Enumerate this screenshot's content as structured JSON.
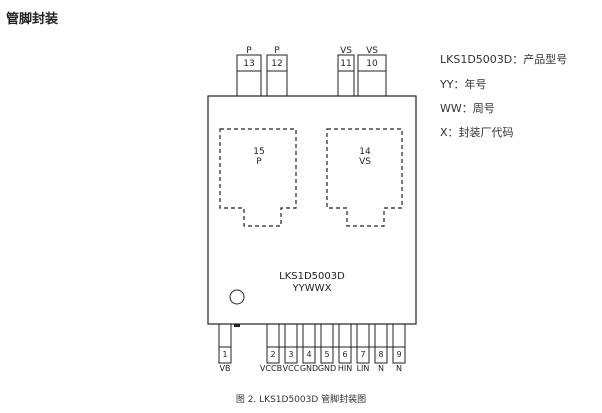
{
  "heading": "管脚封装",
  "legend": [
    "LKS1D5003D：产品型号",
    "YY：年号",
    "WW：周号",
    "X：封装厂代码"
  ],
  "caption": "图 2. LKS1D5003D 管脚封装图",
  "chip": {
    "marking_line1": "LKS1D5003D",
    "marking_line2": "YYWWX"
  },
  "pads": [
    {
      "num": "15",
      "name": "P"
    },
    {
      "num": "14",
      "name": "VS"
    }
  ],
  "top_pins": [
    {
      "name": "P",
      "num": "13"
    },
    {
      "name": "P",
      "num": "12"
    },
    {
      "name": "VS",
      "num": "11"
    },
    {
      "name": "VS",
      "num": "10"
    }
  ],
  "bottom_pins": [
    {
      "num": "1",
      "name": "VB"
    },
    {
      "num": "2",
      "name": "VCCB"
    },
    {
      "num": "3",
      "name": "VCC"
    },
    {
      "num": "4",
      "name": "GND"
    },
    {
      "num": "5",
      "name": "GND"
    },
    {
      "num": "6",
      "name": "HIN"
    },
    {
      "num": "7",
      "name": "LIN"
    },
    {
      "num": "8",
      "name": "N"
    },
    {
      "num": "9",
      "name": "N"
    }
  ]
}
